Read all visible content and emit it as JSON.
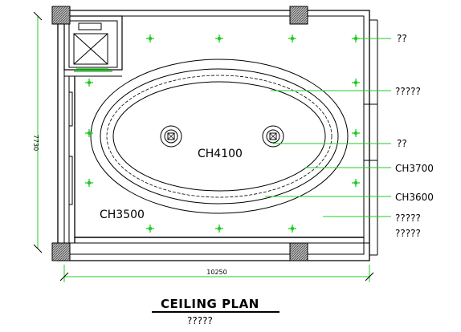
{
  "drawing": {
    "title": "CEILING PLAN",
    "subtitle": "?????",
    "dim_width": "10250",
    "dim_height": "7730"
  },
  "ceiling_heights": {
    "center": "CH4100",
    "lower_left": "CH3500"
  },
  "callouts": [
    {
      "text": "??"
    },
    {
      "text": "?????"
    },
    {
      "text": "??"
    },
    {
      "text": "CH3700"
    },
    {
      "text": "CH3600"
    },
    {
      "text": "?????"
    },
    {
      "text": "?????"
    }
  ],
  "colors": {
    "lines": "#000000",
    "lights": "#22cc22",
    "leaders": "#22cc22",
    "columns": "#555555"
  }
}
